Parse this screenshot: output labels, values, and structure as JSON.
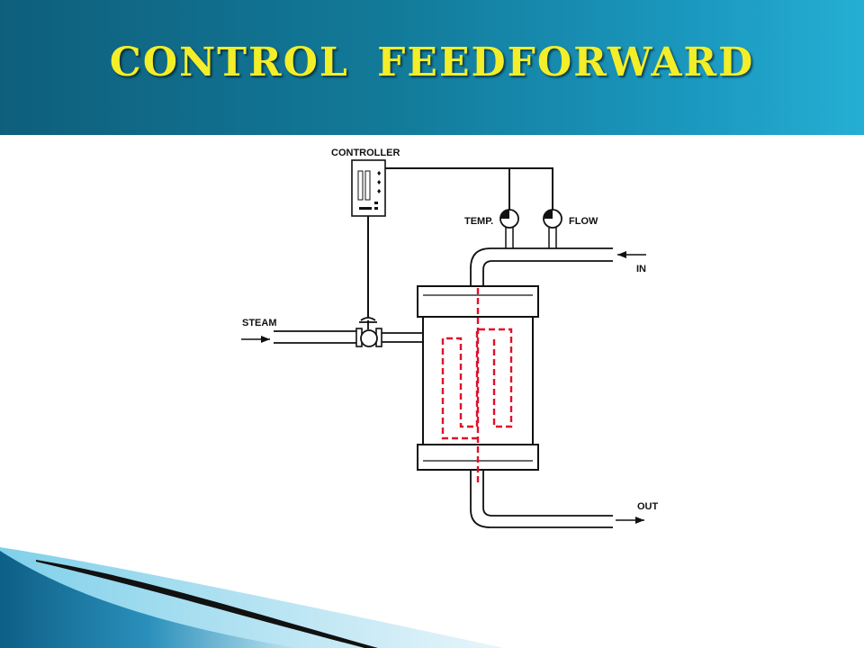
{
  "slide": {
    "title": "CONTROL FEEDFORWARD"
  },
  "diagram": {
    "labels": {
      "controller": "CONTROLLER",
      "temp": "TEMP.",
      "flow": "FLOW",
      "in": "IN",
      "out": "OUT",
      "steam": "STEAM"
    },
    "colors": {
      "header_start": "#0e5f7c",
      "header_end": "#25aed3",
      "title": "#f3ee2a",
      "coil": "#e0102a",
      "line": "#111111"
    }
  }
}
